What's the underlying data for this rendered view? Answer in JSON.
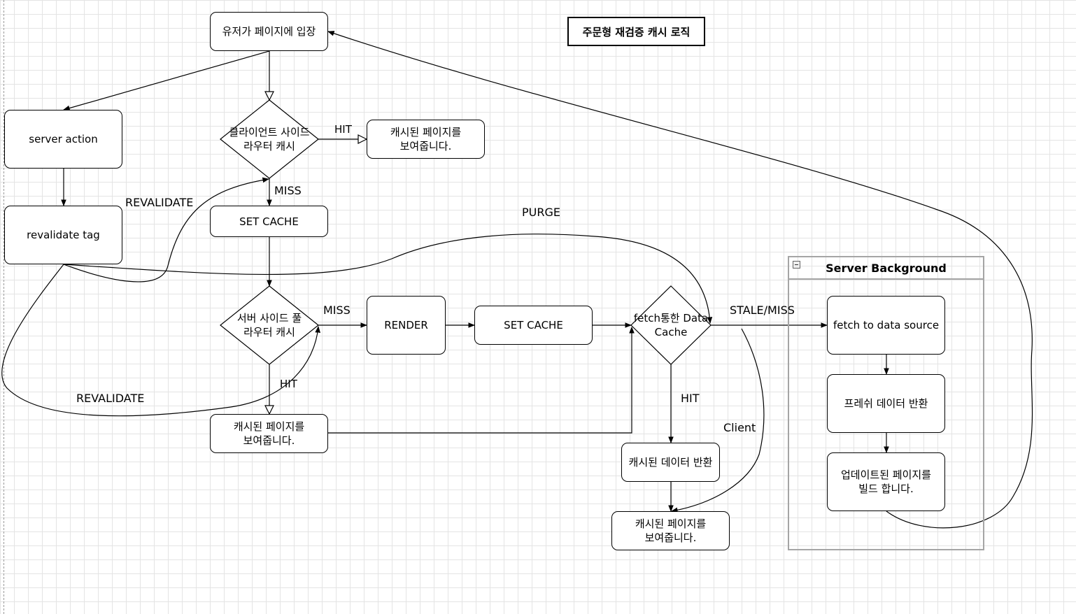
{
  "diagram": {
    "title": "주문형 재검증 캐시 로직",
    "nodes": {
      "user_enter": "유저가 페이지에 입장",
      "server_action": "server action",
      "revalidate_tag": "revalidate tag",
      "client_router_cache": "클라이언트 사이드 라우터 캐시",
      "cached_page_top": "캐시된 페이지를 보여줍니다.",
      "set_cache_1": "SET CACHE",
      "server_full_route_cache": "서버 사이드 풀 라우터 캐시",
      "render": "RENDER",
      "set_cache_2": "SET CACHE",
      "fetch_data_cache": "fetch통한 Data Cache",
      "cached_page_mid": "캐시된 페이지를 보여줍니다.",
      "cached_data": "캐시된 데이터 반환",
      "cached_page_bottom": "캐시된 페이지를 보여줍니다.",
      "fetch_data_source": "fetch to data source",
      "fresh_data": "프레쉬 데이터 반환",
      "build_updated_page": "업데이트된 페이지를 빌드 합니다."
    },
    "container": {
      "title": "Server Background"
    },
    "edge_labels": {
      "hit_client": "HIT",
      "miss_client": "MISS",
      "revalidate_top": "REVALIDATE",
      "purge": "PURGE",
      "miss_server": "MISS",
      "stale_miss": "STALE/MISS",
      "hit_server": "HIT",
      "revalidate_bottom": "REVALIDATE",
      "hit_data": "HIT",
      "client": "Client"
    }
  }
}
